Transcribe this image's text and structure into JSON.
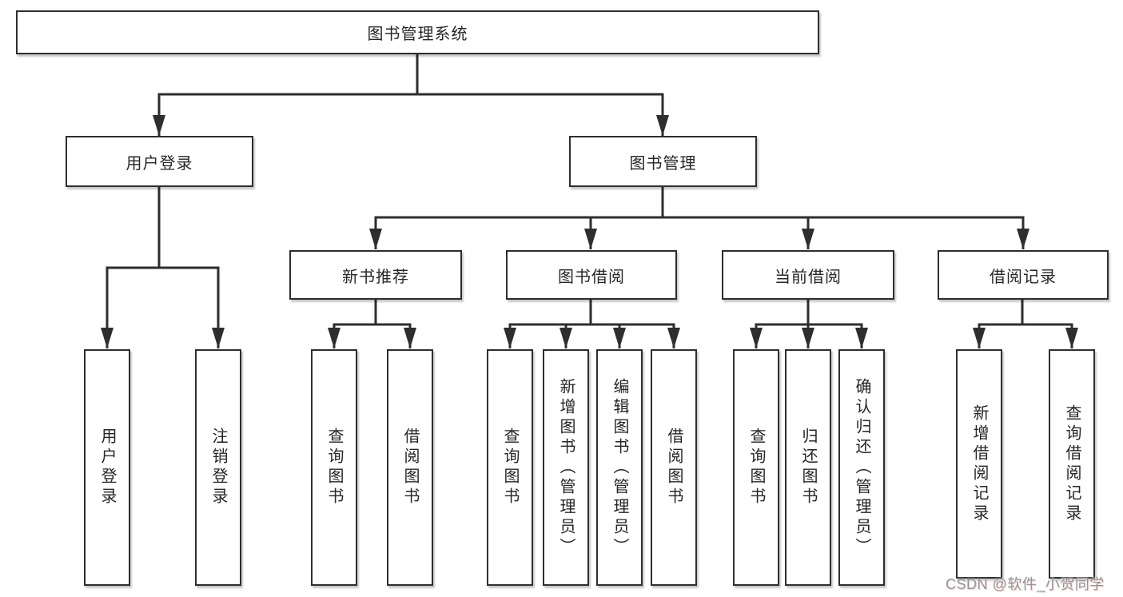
{
  "diagram": {
    "root": {
      "label": "图书管理系统"
    },
    "branches": [
      {
        "label": "用户登录",
        "parent": "图书管理系统"
      },
      {
        "label": "图书管理",
        "parent": "图书管理系统"
      }
    ],
    "sections": [
      {
        "label": "新书推荐",
        "parent": "图书管理"
      },
      {
        "label": "图书借阅",
        "parent": "图书管理"
      },
      {
        "label": "当前借阅",
        "parent": "图书管理"
      },
      {
        "label": "借阅记录",
        "parent": "图书管理"
      }
    ],
    "leaves": [
      {
        "label": "用户登录",
        "parent": "用户登录"
      },
      {
        "label": "注销登录",
        "parent": "用户登录"
      },
      {
        "label": "查询图书",
        "parent": "新书推荐"
      },
      {
        "label": "借阅图书",
        "parent": "新书推荐"
      },
      {
        "label": "查询图书",
        "parent": "图书借阅"
      },
      {
        "label": "新增图书（管理员）",
        "parent": "图书借阅"
      },
      {
        "label": "编辑图书（管理员）",
        "parent": "图书借阅"
      },
      {
        "label": "借阅图书",
        "parent": "图书借阅"
      },
      {
        "label": "查询图书",
        "parent": "当前借阅"
      },
      {
        "label": "归还图书",
        "parent": "当前借阅"
      },
      {
        "label": "确认归还（管理员）",
        "parent": "当前借阅"
      },
      {
        "label": "新增借阅记录",
        "parent": "借阅记录"
      },
      {
        "label": "查询借阅记录",
        "parent": "借阅记录"
      }
    ],
    "colors": {
      "line": "#2e2e2e",
      "box_border": "#2e2e2e",
      "box_fill": "#ffffff",
      "text": "#262626"
    }
  },
  "watermark": {
    "text": "CSDN @软件_小贺同学",
    "color": "#969696"
  }
}
